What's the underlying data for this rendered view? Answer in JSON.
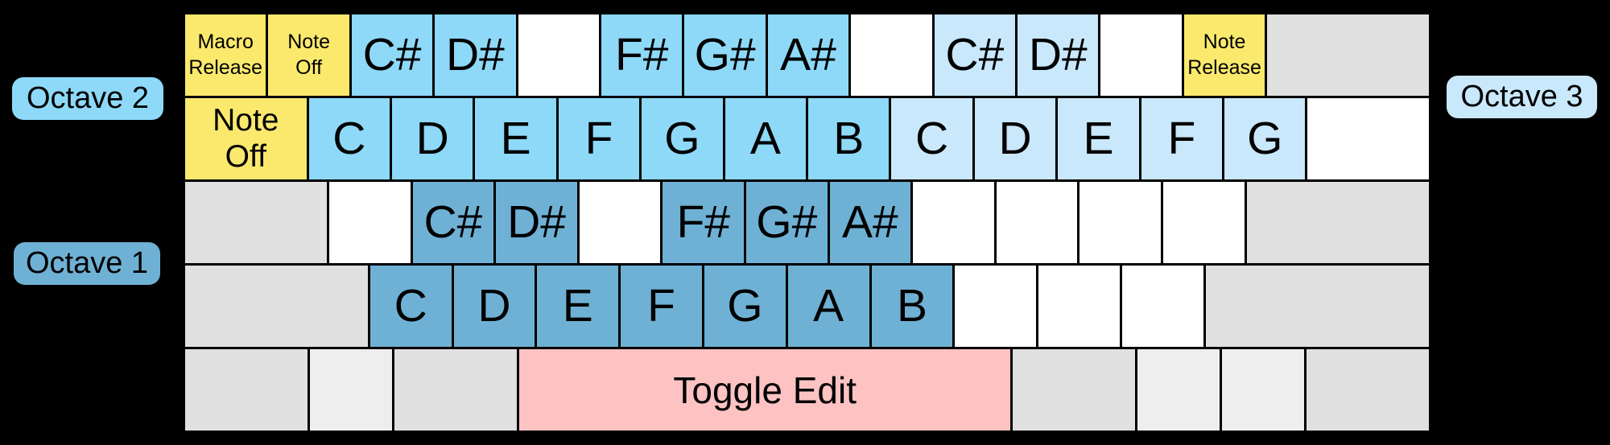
{
  "colors": {
    "octave1": "#6FB1D4",
    "octave2": "#8ED9F8",
    "octave3": "#C9E8FB",
    "yellow": "#FAE96D",
    "pink": "#FDC3C3",
    "gray": "#E0E0E0",
    "lightgray": "#EEEEEE",
    "white": "#FFFFFF",
    "background": "#000000",
    "text": "#000000"
  },
  "badges": {
    "octave2": {
      "label": "Octave 2"
    },
    "octave1": {
      "label": "Octave 1"
    },
    "octave3": {
      "label": "Octave 3"
    }
  },
  "keyboard": {
    "rows": [
      {
        "keys": [
          {
            "name": "key-macro-release",
            "label": "Macro\nRelease",
            "color": "yellow",
            "size": "sm",
            "u": 1
          },
          {
            "name": "key-note-off-top",
            "label": "Note\nOff",
            "color": "yellow",
            "size": "sm",
            "u": 1
          },
          {
            "name": "key-csharp-octave2",
            "label": "C#",
            "color": "octave2",
            "size": "note",
            "u": 1
          },
          {
            "name": "key-dsharp-octave2",
            "label": "D#",
            "color": "octave2",
            "size": "note",
            "u": 1
          },
          {
            "name": "key-blank-r1-1",
            "label": "",
            "color": "white",
            "u": 1
          },
          {
            "name": "key-fsharp-octave2",
            "label": "F#",
            "color": "octave2",
            "size": "note",
            "u": 1
          },
          {
            "name": "key-gsharp-octave2",
            "label": "G#",
            "color": "octave2",
            "size": "note",
            "u": 1
          },
          {
            "name": "key-asharp-octave2",
            "label": "A#",
            "color": "octave2",
            "size": "note",
            "u": 1
          },
          {
            "name": "key-blank-r1-2",
            "label": "",
            "color": "white",
            "u": 1
          },
          {
            "name": "key-csharp-octave3",
            "label": "C#",
            "color": "octave3",
            "size": "note",
            "u": 1
          },
          {
            "name": "key-dsharp-octave3",
            "label": "D#",
            "color": "octave3",
            "size": "note",
            "u": 1
          },
          {
            "name": "key-blank-r1-3",
            "label": "",
            "color": "white",
            "u": 1
          },
          {
            "name": "key-note-release",
            "label": "Note\nRelease",
            "color": "yellow",
            "size": "sm",
            "u": 1
          },
          {
            "name": "key-backspace-gray",
            "label": "",
            "color": "gray",
            "u": 2
          }
        ]
      },
      {
        "keys": [
          {
            "name": "key-note-off-tab",
            "label": "Note\nOff",
            "color": "yellow",
            "size": "md",
            "u": 1.5
          },
          {
            "name": "key-c-octave2",
            "label": "C",
            "color": "octave2",
            "size": "note",
            "u": 1
          },
          {
            "name": "key-d-octave2",
            "label": "D",
            "color": "octave2",
            "size": "note",
            "u": 1
          },
          {
            "name": "key-e-octave2",
            "label": "E",
            "color": "octave2",
            "size": "note",
            "u": 1
          },
          {
            "name": "key-f-octave2",
            "label": "F",
            "color": "octave2",
            "size": "note",
            "u": 1
          },
          {
            "name": "key-g-octave2",
            "label": "G",
            "color": "octave2",
            "size": "note",
            "u": 1
          },
          {
            "name": "key-a-octave2",
            "label": "A",
            "color": "octave2",
            "size": "note",
            "u": 1
          },
          {
            "name": "key-b-octave2",
            "label": "B",
            "color": "octave2",
            "size": "note",
            "u": 1
          },
          {
            "name": "key-c-octave3",
            "label": "C",
            "color": "octave3",
            "size": "note",
            "u": 1
          },
          {
            "name": "key-d-octave3",
            "label": "D",
            "color": "octave3",
            "size": "note",
            "u": 1
          },
          {
            "name": "key-e-octave3",
            "label": "E",
            "color": "octave3",
            "size": "note",
            "u": 1
          },
          {
            "name": "key-f-octave3",
            "label": "F",
            "color": "octave3",
            "size": "note",
            "u": 1
          },
          {
            "name": "key-g-octave3",
            "label": "G",
            "color": "octave3",
            "size": "note",
            "u": 1
          },
          {
            "name": "key-blank-r2-1",
            "label": "",
            "color": "white",
            "u": 1.5
          }
        ]
      },
      {
        "keys": [
          {
            "name": "key-capslock-gray",
            "label": "",
            "color": "gray",
            "u": 1.75
          },
          {
            "name": "key-blank-r3-1",
            "label": "",
            "color": "white",
            "u": 1
          },
          {
            "name": "key-csharp-octave1",
            "label": "C#",
            "color": "octave1",
            "size": "note",
            "u": 1
          },
          {
            "name": "key-dsharp-octave1",
            "label": "D#",
            "color": "octave1",
            "size": "note",
            "u": 1
          },
          {
            "name": "key-blank-r3-2",
            "label": "",
            "color": "white",
            "u": 1
          },
          {
            "name": "key-fsharp-octave1",
            "label": "F#",
            "color": "octave1",
            "size": "note",
            "u": 1
          },
          {
            "name": "key-gsharp-octave1",
            "label": "G#",
            "color": "octave1",
            "size": "note",
            "u": 1
          },
          {
            "name": "key-asharp-octave1",
            "label": "A#",
            "color": "octave1",
            "size": "note",
            "u": 1
          },
          {
            "name": "key-blank-r3-3",
            "label": "",
            "color": "white",
            "u": 1
          },
          {
            "name": "key-blank-r3-4",
            "label": "",
            "color": "white",
            "u": 1
          },
          {
            "name": "key-blank-r3-5",
            "label": "",
            "color": "white",
            "u": 1
          },
          {
            "name": "key-blank-r3-6",
            "label": "",
            "color": "white",
            "u": 1
          },
          {
            "name": "key-enter-gray",
            "label": "",
            "color": "gray",
            "u": 2.25
          }
        ]
      },
      {
        "keys": [
          {
            "name": "key-lshift-gray",
            "label": "",
            "color": "gray",
            "u": 2.25
          },
          {
            "name": "key-c-octave1",
            "label": "C",
            "color": "octave1",
            "size": "note",
            "u": 1
          },
          {
            "name": "key-d-octave1",
            "label": "D",
            "color": "octave1",
            "size": "note",
            "u": 1
          },
          {
            "name": "key-e-octave1",
            "label": "E",
            "color": "octave1",
            "size": "note",
            "u": 1
          },
          {
            "name": "key-f-octave1",
            "label": "F",
            "color": "octave1",
            "size": "note",
            "u": 1
          },
          {
            "name": "key-g-octave1",
            "label": "G",
            "color": "octave1",
            "size": "note",
            "u": 1
          },
          {
            "name": "key-a-octave1",
            "label": "A",
            "color": "octave1",
            "size": "note",
            "u": 1
          },
          {
            "name": "key-b-octave1",
            "label": "B",
            "color": "octave1",
            "size": "note",
            "u": 1
          },
          {
            "name": "key-blank-r4-1",
            "label": "",
            "color": "white",
            "u": 1
          },
          {
            "name": "key-blank-r4-2",
            "label": "",
            "color": "white",
            "u": 1
          },
          {
            "name": "key-blank-r4-3",
            "label": "",
            "color": "white",
            "u": 1
          },
          {
            "name": "key-rshift-gray",
            "label": "",
            "color": "gray",
            "u": 2.75
          }
        ]
      },
      {
        "keys": [
          {
            "name": "key-lctrl-gray",
            "label": "",
            "color": "gray",
            "u": 1.5
          },
          {
            "name": "key-lwin-lightgray",
            "label": "",
            "color": "lightgray",
            "u": 1
          },
          {
            "name": "key-lalt-gray",
            "label": "",
            "color": "gray",
            "u": 1.5
          },
          {
            "name": "key-toggle-edit",
            "label": "Toggle Edit",
            "color": "pink",
            "size": "space",
            "u": 6
          },
          {
            "name": "key-ralt-gray",
            "label": "",
            "color": "gray",
            "u": 1.5
          },
          {
            "name": "key-rwin-lightgray",
            "label": "",
            "color": "lightgray",
            "u": 1
          },
          {
            "name": "key-menu-lightgray",
            "label": "",
            "color": "lightgray",
            "u": 1
          },
          {
            "name": "key-rctrl-gray",
            "label": "",
            "color": "gray",
            "u": 1.5
          }
        ]
      }
    ]
  }
}
